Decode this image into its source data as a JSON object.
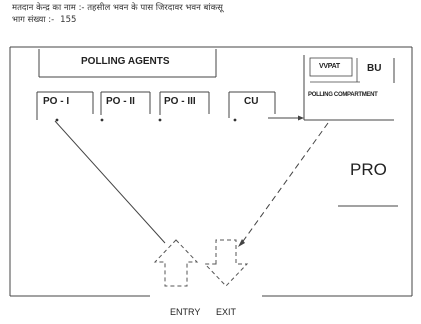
{
  "header": {
    "line1": "मतदान केन्द्र का नाम :- तहसील भवन के पास जिरदावर भवन बांकसू",
    "line2_label": "भाग संख्या :-",
    "line2_value": "155"
  },
  "labels": {
    "polling_agents": "POLLING AGENTS",
    "po1": "PO - I",
    "po2": "PO - II",
    "po3": "PO - III",
    "cu": "CU",
    "vvpat": "VVPAT",
    "bu": "BU",
    "polling_compartment": "POLLING COMPARTMENT",
    "pro": "PRO",
    "entry": "ENTRY",
    "exit": "EXIT"
  }
}
